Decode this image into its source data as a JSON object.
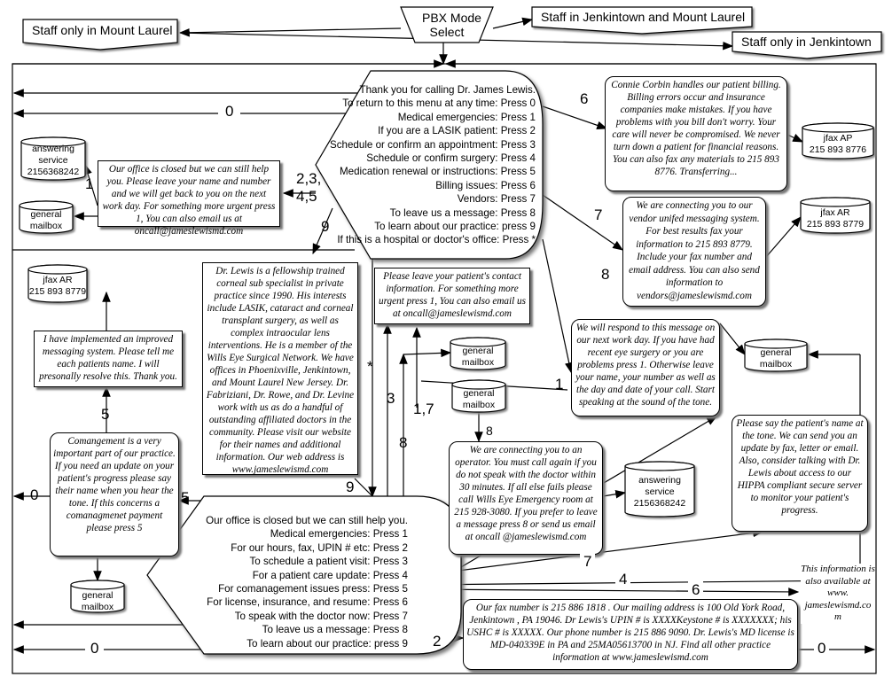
{
  "header": {
    "pbx_mode_select": [
      "PBX Mode",
      "Select"
    ],
    "staff_mount_laurel": "Staff only in Mount Laurel",
    "staff_both": "Staff in Jenkintown and Mount Laurel",
    "staff_jenkintown": "Staff only in Jenkintown"
  },
  "main_menu": [
    "Thank you for calling Dr. James Lewis.",
    "To return to this menu at any time:  Press 0",
    "Medical emergencies:  Press 1",
    "If you are a LASIK patient:  Press 2",
    "Schedule or confirm an appointment:  Press 3",
    "Schedule or confirm surgery:  Press 4",
    "Medication renewal or instructions:  Press 5",
    "Billing issues:  Press 6",
    "Vendors:  Press 7",
    "To leave us a message:  Press 8",
    "To learn about our practice:  press 9",
    "If this is a hospital or doctor's office:  Press *"
  ],
  "closed_menu": [
    "Our office is closed but we can still help you.",
    "Medical emergencies:  Press 1",
    "For our hours, fax, UPIN # etc:  Press 2",
    "To schedule a patient visit:  Press 3",
    "For a patient care update:  Press 4",
    "For comanagement issues press:  Press 5",
    "For license, insurance, and resume:  Press 6",
    "To speak with the doctor now:  Press 7",
    "To leave us a message:  Press 8",
    "To learn about our practice:  press 9"
  ],
  "messages": {
    "closed_top": "Our office is closed but we can still help you. Please leave your name and number and we will get back to you on the next work day. For something more urgent press 1,  You can also email us at oncall@jameslewismd.com",
    "billing": "Connie Corbin handles our patient billing. Billing errors occur and insurance companies make mistakes.   If you  have problems with you bill don't worry.  Your care will never be compromised. We never turn down a patient for financial reasons. You can also fax any  materials  to 215 893 8776.  Transferring...",
    "vendor": "We are connecting you to our vendor unifed messaging system. For best results fax your information to 215 893 8779. Include your fax number and email address.  You can also send information to vendors@jameslewismd.com",
    "about": "Dr. Lewis is a fellowship trained corneal sub specialist in private practice since 1990.  His interests include LASIK, cataract and corneal transplant surgery, as well as complex intraocular lens interventions. He is a member of the Wills Eye Surgical Network.  We have offices in Phoenixville, Jenkintown, and Mount Laurel New Jersey.  Dr. Fabriziani, Dr. Rowe, and Dr. Levine work with us as do a handful of outstanding affiliated doctors in the community.  Please visit our website for their names and additional information. Our web address is www.jameslewismd.com",
    "hospital": "Please leave your patient's contact information.  For something more urgent press 1,  You can also email us at oncall@jameslewismd.com",
    "improved": "I have implemented an improved messaging system.  Please tell me each patients name.  I will presonally resolve this.  Thank you.",
    "respond": "We will respond to this message on our next work day.  If you have had recent eye surgery or you are problems press 1. Otherwise leave your name, your number as well as the day and date of your call.  Start speaking at the sound of the tone.",
    "patient_name": "Please say the patient's name at the tone.  We can send you an update by fax, letter or email. Also, consider talking with Dr. Lewis about access to our HIPPA compliant secure server to monitor your patient's progress.",
    "comanagement": "Comangement is a very important part of our practice.  If you need an update on your patient's progress please say their name when you hear the tone.  If this concerns a comanagmenet payment please press 5",
    "operator": "We are connecting you to an operator. You must call again if you do not speak with the doctor within 30 minutes.  If all else fails please call Wills Eye Emergency room at 215 928-3080.  If you prefer to leave a message press 8 or send us email at oncall @jameslewismd.com",
    "info_available": "This information is also available at www. jameslewismd.co m",
    "fax_info": "Our fax number is 215 886 1818 . Our mailing address is 100 Old York Road, Jenkintown , PA 19046.  Dr Lewis's UPIN # is XXXXKeystone # is XXXXXXX; his USHC # is XXXXX.   Our phone number is 215 886 9090. Dr. Lewis's  MD license is MD-040339E in PA and 25MA05613700 in NJ. Find all other practice information at www.jameslewismd.com"
  },
  "storage": {
    "answering_top": [
      "answering",
      "service",
      "2156368242"
    ],
    "general_top": [
      "general",
      "mailbox"
    ],
    "jfax_ap": [
      "jfax AP",
      "215 893 8776"
    ],
    "jfax_ar_right": [
      "jfax AR",
      "215 893 8779"
    ],
    "jfax_ar_left": [
      "jfax AR",
      "215 893 8779"
    ],
    "general_mid1": [
      "general",
      "mailbox"
    ],
    "general_mid2": [
      "general",
      "mailbox"
    ],
    "general_right": [
      "general",
      "mailbox"
    ],
    "answering_mid": [
      "answering",
      "service",
      "2156368242"
    ],
    "general_bottom": [
      "general",
      "mailbox"
    ]
  },
  "labels": {
    "zero_top": "0",
    "one_left": "1",
    "two345": "2,3,",
    "two345b": "4,5",
    "nine_top": "9",
    "six": "6",
    "seven": "7",
    "eight": "8",
    "star": "*",
    "three": "3",
    "eight_mid": "8",
    "one_seven": "1,7",
    "eight_small": "8",
    "one_mid": "1",
    "five_up": "5",
    "zero_left": "0",
    "five_left": "5",
    "nine_mid": "9",
    "seven_b": "7",
    "four_b": "4",
    "six_b": "6",
    "two_b": "2",
    "zero_bottom": "0",
    "zero_br": "0"
  }
}
